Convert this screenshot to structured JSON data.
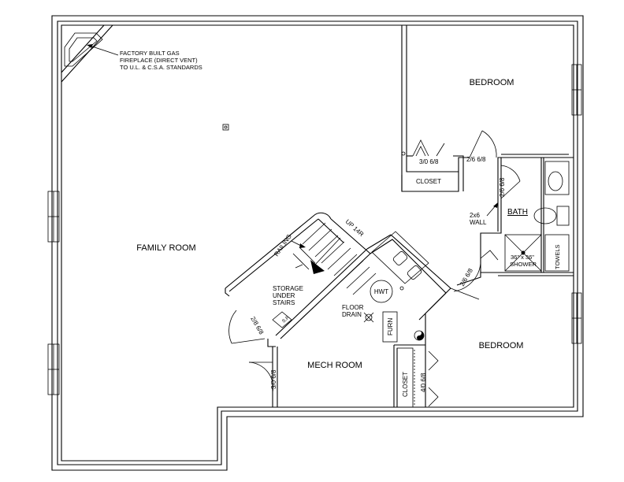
{
  "rooms": {
    "family_room": "FAMILY ROOM",
    "bedroom_upper": "BEDROOM",
    "bedroom_lower": "BEDROOM",
    "mech_room": "MECH ROOM",
    "bath": "BATH",
    "closet_upper": "CLOSET",
    "closet_lower": "CLOSET"
  },
  "notes": {
    "fireplace": [
      "FACTORY BUILT GAS",
      "FIREPLACE (DIRECT VENT)",
      "TO U.L. & C.S.A. STANDARDS"
    ],
    "storage": [
      "STORAGE",
      "UNDER",
      "STAIRS"
    ],
    "floor_drain": [
      "FLOOR",
      "DRAIN"
    ],
    "wall_2x6": [
      "2x6",
      "WALL"
    ],
    "railing": "RAILING",
    "stairs_up": "UP 14R",
    "hwt": "HWT",
    "furn": "FURN",
    "shower": [
      "36\" x 36\"",
      "SHOWER"
    ],
    "towels": "TOWELS",
    "sp": "S.P."
  },
  "doors": {
    "upper_closet": "3/0 6/8",
    "bedroom_upper": "2/6 6/8",
    "bath": "2/6 6/8",
    "bedroom_lower": "2/6 6/8",
    "storage": "2/8 6/8",
    "mech": "3/0 6/8",
    "lower_closet": "4/0 6/8"
  }
}
